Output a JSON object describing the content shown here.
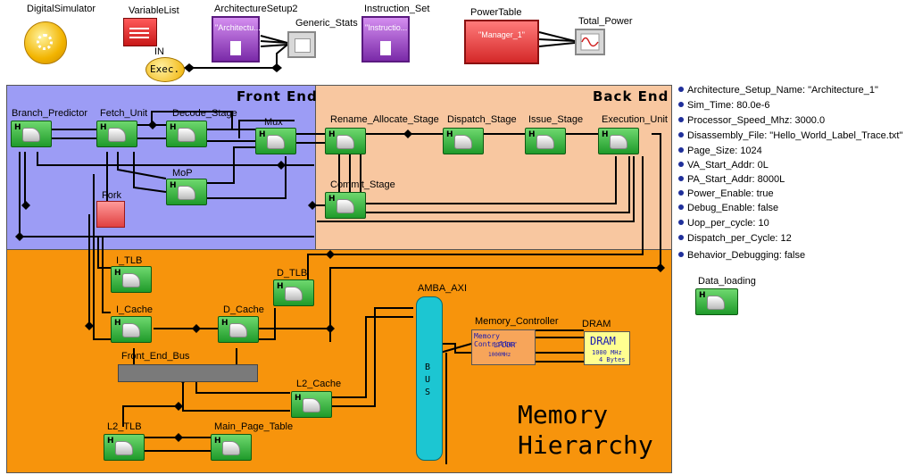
{
  "toolbar": {
    "digital_simulator": "DigitalSimulator",
    "variable_list": "VariableList",
    "architecture_setup": "ArchitectureSetup2",
    "architecture_setup_inner": "\"Architectu...",
    "generic_stats": "Generic_Stats",
    "instruction_set": "Instruction_Set",
    "instruction_set_inner": "\"Instructio...",
    "power_table": "PowerTable",
    "power_table_inner": "\"Manager_1\"",
    "total_power": "Total_Power",
    "in_label": "IN",
    "exec_label": "Exec."
  },
  "regions": {
    "front_end": "Front End",
    "back_end": "Back End",
    "memory_title_line1": "Memory",
    "memory_title_line2": "Hierarchy"
  },
  "blocks": {
    "branch_predictor": "Branch_Predictor",
    "fetch_unit": "Fetch_Unit",
    "decode_stage": "Decode_Stage",
    "mux": "Mux",
    "mop": "MoP",
    "fork": "Fork",
    "rename_allocate_stage": "Rename_Allocate_Stage",
    "dispatch_stage": "Dispatch_Stage",
    "issue_stage": "Issue_Stage",
    "execution_unit": "Execution_Unit",
    "commit_stage": "Commit_Stage",
    "i_tlb": "I_TLB",
    "d_tlb": "D_TLB",
    "i_cache": "I_Cache",
    "d_cache": "D_Cache",
    "front_end_bus": "Front_End_Bus",
    "l2_cache": "L2_Cache",
    "l2_tlb": "L2_TLB",
    "main_page_table": "Main_Page_Table",
    "amba_axi": "AMBA_AXI",
    "bus_text": "BUS",
    "memory_controller": "Memory_Controller",
    "memory_controller_inner": "Memory Controller",
    "memory_controller_type": "LPDDR",
    "memory_controller_freq": "1000MHz",
    "dram": "DRAM",
    "dram_inner": "DRAM",
    "dram_freq": "1000 MHz",
    "dram_width": "4 Bytes",
    "data_loading": "Data_loading"
  },
  "parameters": [
    "Architecture_Setup_Name: \"Architecture_1\"",
    "Sim_Time: 80.0e-6",
    "Processor_Speed_Mhz: 3000.0",
    "Disassembly_File: \"Hello_World_Label_Trace.txt\"",
    "Page_Size: 1024",
    "VA_Start_Addr: 0L",
    "PA_Start_Addr: 8000L",
    "Power_Enable: true",
    "Debug_Enable: false",
    "Uop_per_cycle: 10",
    "Dispatch_per_Cycle: 12",
    "Behavior_Debugging: false"
  ],
  "colors": {
    "front_end": "#9c9cf5",
    "back_end": "#f8c7a0",
    "memory": "#f7940c",
    "block_green": "#2fb53a",
    "bus_cyan": "#1cc6d2",
    "fork_red": "#ee6a6a"
  }
}
